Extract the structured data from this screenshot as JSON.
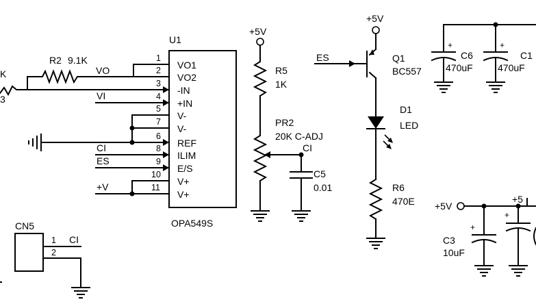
{
  "u1": {
    "ref": "U1",
    "part": "OPA549S",
    "pins": [
      {
        "num": "1",
        "name": "VO1"
      },
      {
        "num": "2",
        "name": "VO2"
      },
      {
        "num": "3",
        "name": "-IN"
      },
      {
        "num": "4",
        "name": "+IN"
      },
      {
        "num": "5",
        "name": "V-"
      },
      {
        "num": "7",
        "name": "V-"
      },
      {
        "num": "6",
        "name": "REF"
      },
      {
        "num": "8",
        "name": "ILIM"
      },
      {
        "num": "9",
        "name": "E/S"
      },
      {
        "num": "10",
        "name": "V+"
      },
      {
        "num": "11",
        "name": "V+"
      }
    ]
  },
  "nets": {
    "vo": "VO",
    "vi": "VI",
    "ci": "CI",
    "es": "ES",
    "plus_v": "+V",
    "ci_pr2": "CI",
    "es_q1": "ES",
    "cn5_ci": "CI"
  },
  "r2": {
    "ref": "R2",
    "value": "9.1K"
  },
  "edge_fragments": {
    "left_k": "K",
    "left_3": "3"
  },
  "r5": {
    "supply": "+5V",
    "ref": "R5",
    "value": "1K"
  },
  "pr2": {
    "ref": "PR2",
    "value": "20K C-ADJ"
  },
  "c5": {
    "ref": "C5",
    "value": "0.01"
  },
  "q1": {
    "supply": "+5V",
    "ref": "Q1",
    "value": "BC557"
  },
  "d1": {
    "ref": "D1",
    "value": "LED"
  },
  "r6": {
    "ref": "R6",
    "value": "470E"
  },
  "c6": {
    "ref": "C6",
    "value": "470uF",
    "polarity": "+"
  },
  "c1": {
    "ref": "C1",
    "value": "470uF",
    "polarity": "+"
  },
  "power_bottom": {
    "supply": "+5V",
    "supply_cut": "+5"
  },
  "c3": {
    "ref": "C3",
    "value": "10uF",
    "polarity": "+"
  },
  "c_right": {
    "polarity": "+"
  },
  "cn5": {
    "ref": "CN5",
    "pins": [
      {
        "num": "1"
      },
      {
        "num": "2"
      }
    ]
  }
}
